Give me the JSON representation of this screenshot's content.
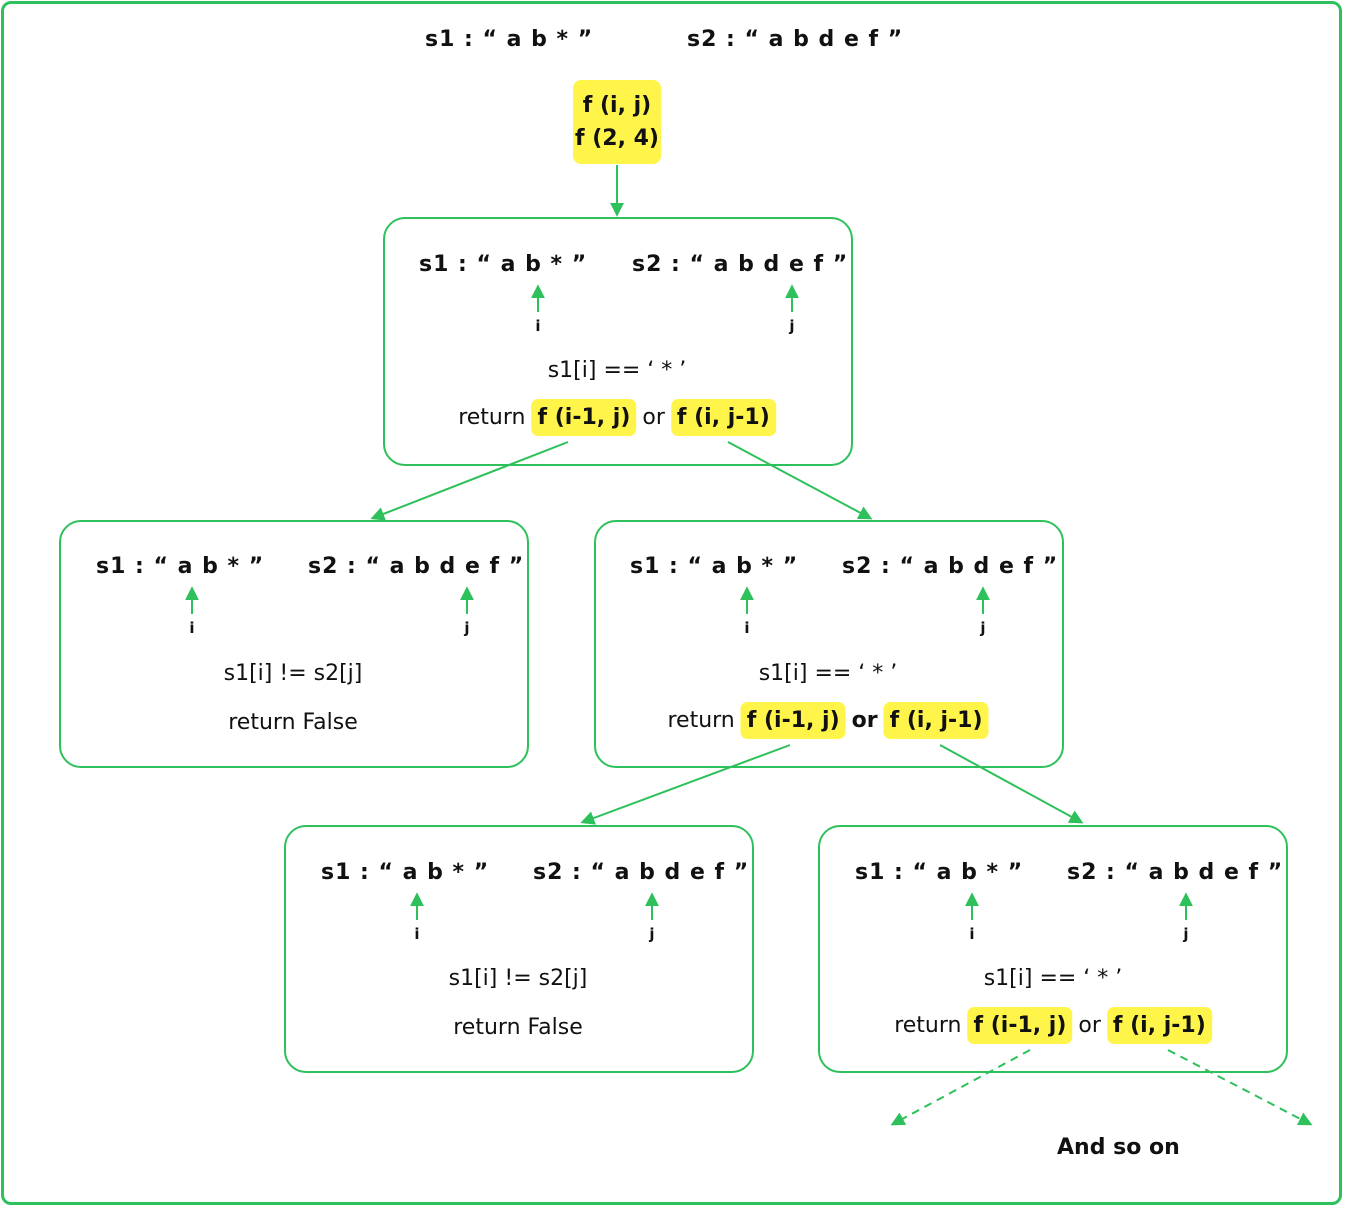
{
  "header": {
    "s1": "s1 : “ a b * ”",
    "s2": "s2 : “ a b d e f ”"
  },
  "root": {
    "line1": "f (i, j)",
    "line2": "f (2, 4)"
  },
  "nodes": [
    {
      "s1": "s1 : “ a b * ”",
      "s2": "s2 : “ a b d e f ”",
      "i": "i",
      "j": "j",
      "cond": "s1[i] == ‘ * ’",
      "ret": "return",
      "call1": "f (i-1, j)",
      "or": "or",
      "call2": "f (i, j-1)"
    },
    {
      "s1": "s1 : “ a b * ”",
      "s2": "s2 : “ a b d e f ”",
      "i": "i",
      "j": "j",
      "cond": "s1[i] != s2[j]",
      "ret": "return False"
    },
    {
      "s1": "s1 : “ a b * ”",
      "s2": "s2 : “ a b d e f ”",
      "i": "i",
      "j": "j",
      "cond": "s1[i] == ‘ * ’",
      "ret": "return",
      "call1": "f (i-1, j)",
      "or": "or",
      "call2": "f (i, j-1)"
    },
    {
      "s1": "s1 : “ a b * ”",
      "s2": "s2 : “ a b d e f ”",
      "i": "i",
      "j": "j",
      "cond": "s1[i] != s2[j]",
      "ret": "return False"
    },
    {
      "s1": "s1 : “ a b * ”",
      "s2": "s2 : “ a b d e f ”",
      "i": "i",
      "j": "j",
      "cond": "s1[i] == ‘ * ’",
      "ret": "return",
      "call1": "f (i-1, j)",
      "or": "or",
      "call2": "f (i, j-1)"
    }
  ],
  "footer": "And so on",
  "colors": {
    "green": "#2ec05a",
    "highlight": "#fff54a"
  }
}
